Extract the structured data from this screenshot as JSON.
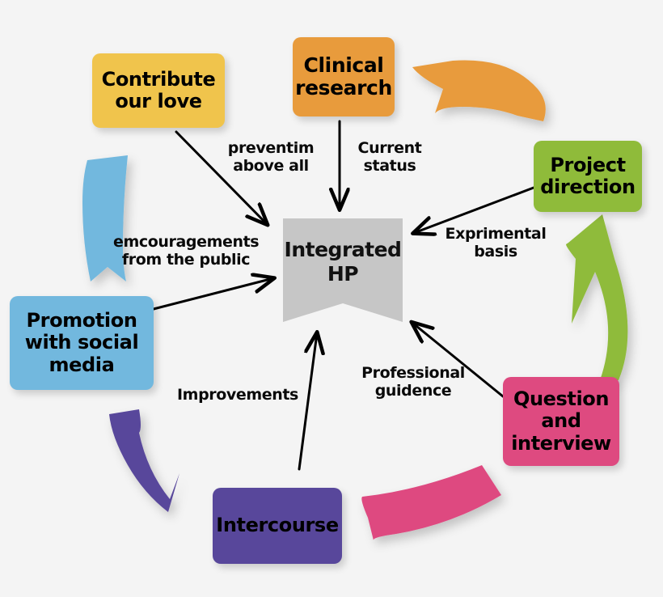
{
  "diagram": {
    "title": "Integrated HP cycle diagram",
    "background_color": "#f4f4f4",
    "center": {
      "label": "Integrated\nHP",
      "color": "#c6c6c6",
      "shape": "banner"
    },
    "nodes": [
      {
        "id": "contribute-our-love",
        "label": "Contribute\nour love",
        "color": "#f0c44c",
        "shape": "rounded-rect"
      },
      {
        "id": "clinical-research",
        "label": "Clinical\nresearch",
        "color": "#e89b3c",
        "shape": "rounded-rect"
      },
      {
        "id": "project-direction",
        "label": "Project\ndirection",
        "color": "#8fbb3a",
        "shape": "rounded-rect"
      },
      {
        "id": "question-and-interview",
        "label": "Question\nand\ninterview",
        "color": "#de4a80",
        "shape": "rounded-rect"
      },
      {
        "id": "intercourse",
        "label": "Intercourse",
        "color": "#58479b",
        "shape": "rounded-rect"
      },
      {
        "id": "promotion-with-social-media",
        "label": "Promotion\nwith\nsocial media",
        "color": "#72b8de",
        "shape": "rounded-rect"
      }
    ],
    "edge_labels": [
      {
        "id": "preventim-above-all",
        "text": "preventim\nabove all",
        "from": "contribute-our-love",
        "to": "center"
      },
      {
        "id": "current-status",
        "text": "Current\nstatus",
        "from": "clinical-research",
        "to": "center"
      },
      {
        "id": "exprimental-basis",
        "text": "Exprimental\nbasis",
        "from": "project-direction",
        "to": "center"
      },
      {
        "id": "professional-guidence",
        "text": "Professional\nguidence",
        "from": "question-and-interview",
        "to": "center"
      },
      {
        "id": "improvements",
        "text": "Improvements",
        "from": "intercourse",
        "to": "center"
      },
      {
        "id": "emcouragements-from-the-public",
        "text": "emcouragements\nfrom the public",
        "from": "promotion-with-social-media",
        "to": "center"
      }
    ],
    "curved_arrows": [
      {
        "id": "orange-curved-arrow",
        "color": "#e89b3c",
        "direction": "clockwise-top-right"
      },
      {
        "id": "green-curved-arrow",
        "color": "#8fbb3a",
        "direction": "clockwise-right"
      },
      {
        "id": "pink-curved-arrow",
        "color": "#de4a80",
        "direction": "clockwise-bottom"
      },
      {
        "id": "purple-curved-arrow",
        "color": "#58479b",
        "direction": "clockwise-bottom-left"
      },
      {
        "id": "blue-curved-arrow",
        "color": "#72b8de",
        "direction": "clockwise-left"
      }
    ]
  }
}
